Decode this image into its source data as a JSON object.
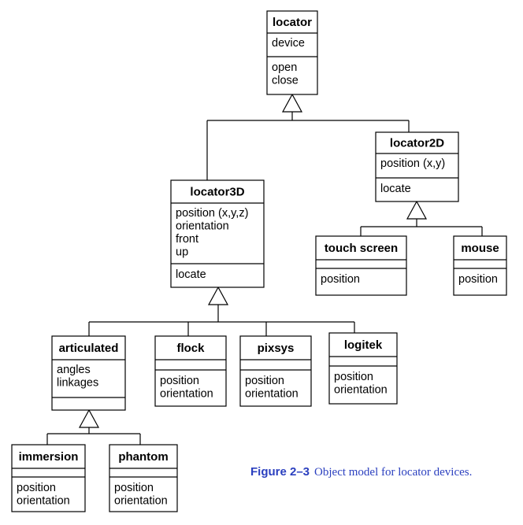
{
  "classes": [
    {
      "id": "locator",
      "name": "locator",
      "attributes": [
        "device"
      ],
      "operations": [
        "open",
        "close"
      ]
    },
    {
      "id": "locator2d",
      "name": "locator2D",
      "attributes": [
        "position (x,y)"
      ],
      "operations": [
        "locate"
      ]
    },
    {
      "id": "locator3d",
      "name": "locator3D",
      "attributes": [
        "position (x,y,z)",
        "orientation",
        "front",
        "up"
      ],
      "operations": [
        "locate"
      ]
    },
    {
      "id": "touch-screen",
      "name": "touch screen",
      "attributes": [],
      "operations": [
        "position"
      ]
    },
    {
      "id": "mouse",
      "name": "mouse",
      "attributes": [],
      "operations": [
        "position"
      ]
    },
    {
      "id": "articulated",
      "name": "articulated",
      "attributes": [
        "angles",
        "linkages"
      ],
      "operations": []
    },
    {
      "id": "flock",
      "name": "flock",
      "attributes": [],
      "operations": [
        "position",
        "orientation"
      ]
    },
    {
      "id": "pixsys",
      "name": "pixsys",
      "attributes": [],
      "operations": [
        "position",
        "orientation"
      ]
    },
    {
      "id": "logitek",
      "name": "logitek",
      "attributes": [],
      "operations": [
        "position",
        "orientation"
      ]
    },
    {
      "id": "immersion",
      "name": "immersion",
      "attributes": [],
      "operations": [
        "position",
        "orientation"
      ]
    },
    {
      "id": "phantom",
      "name": "phantom",
      "attributes": [],
      "operations": [
        "position",
        "orientation"
      ]
    }
  ],
  "inheritance": [
    {
      "parent": "locator",
      "children": [
        "locator3d",
        "locator2d"
      ]
    },
    {
      "parent": "locator2d",
      "children": [
        "touch-screen",
        "mouse"
      ]
    },
    {
      "parent": "locator3d",
      "children": [
        "articulated",
        "flock",
        "pixsys",
        "logitek"
      ]
    },
    {
      "parent": "articulated",
      "children": [
        "immersion",
        "phantom"
      ]
    }
  ],
  "caption": {
    "label": "Figure 2–3",
    "text": "Object model for locator devices.",
    "color": "#2a3fbf"
  }
}
